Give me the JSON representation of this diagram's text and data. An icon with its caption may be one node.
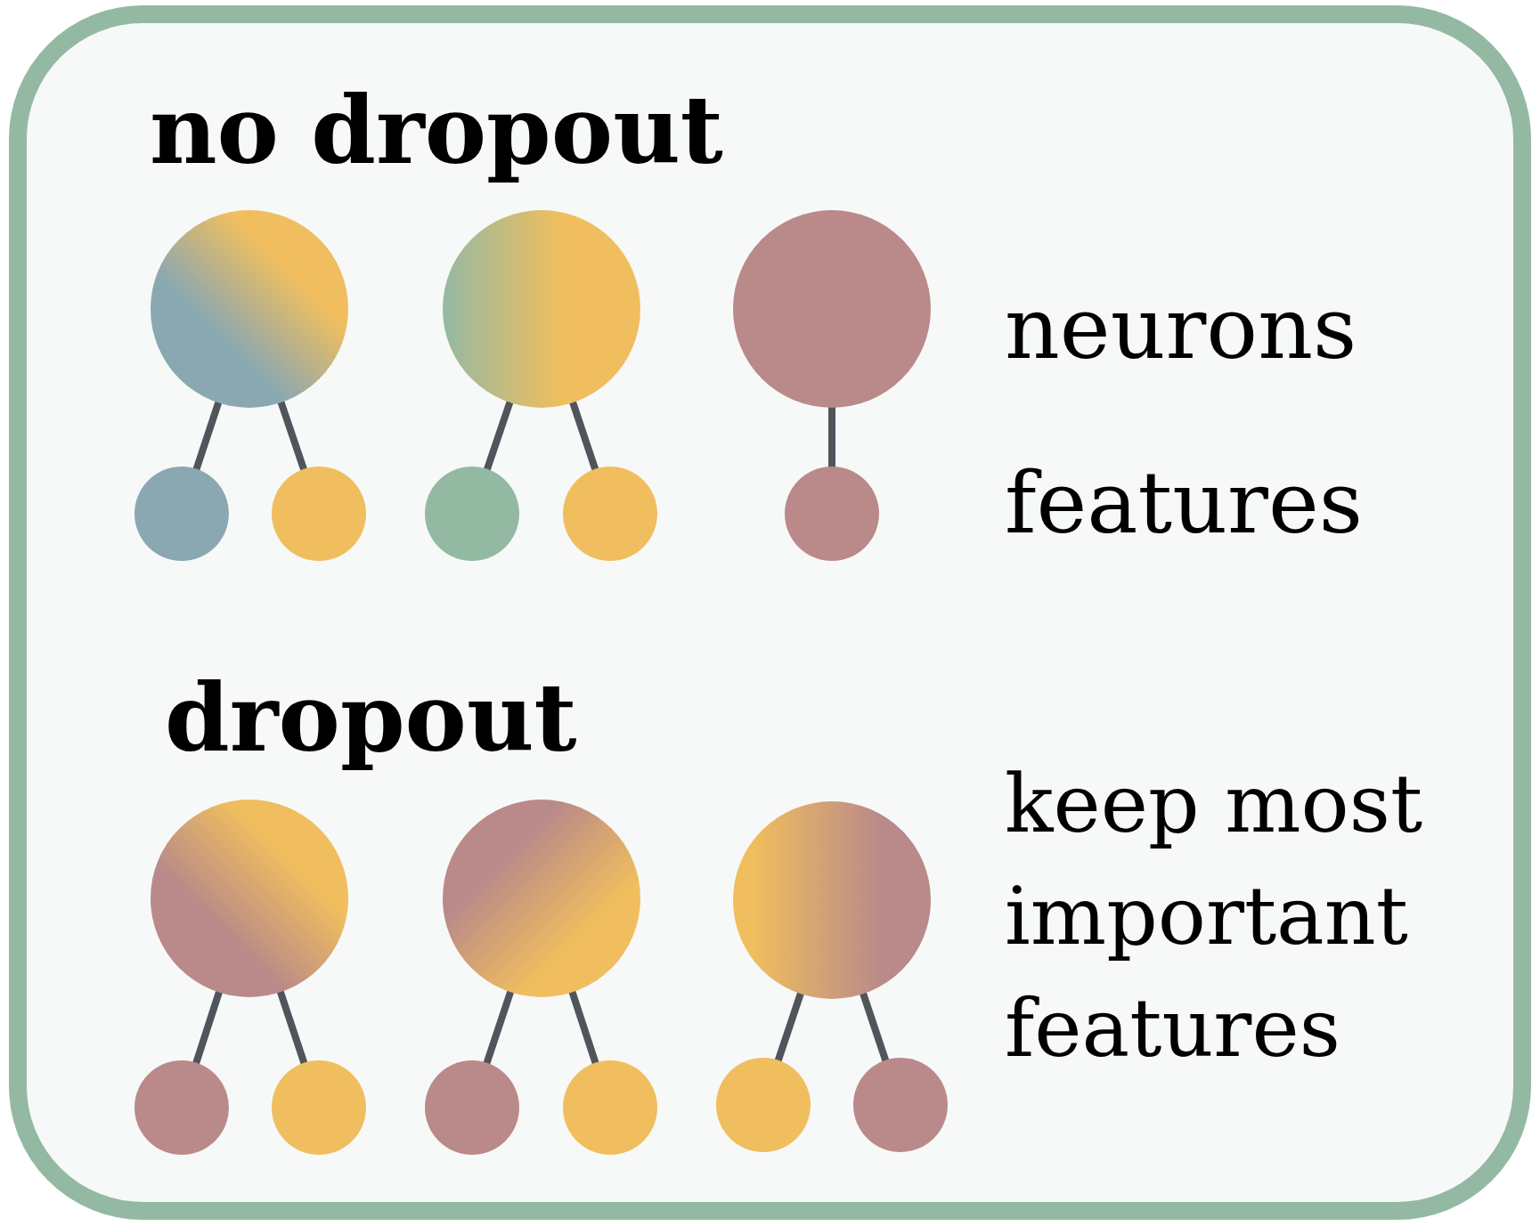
{
  "diagram": {
    "nodes": [
      {
        "text": [],
        "shape": "circle"
      },
      {
        "text": [],
        "shape": "circle"
      },
      {
        "text": [],
        "shape": "circle"
      },
      {
        "text": [],
        "shape": "circle"
      },
      {
        "text": [],
        "shape": "circle"
      },
      {
        "text": [],
        "shape": "circle"
      },
      {
        "text": [],
        "shape": "circle"
      },
      {
        "text": [],
        "shape": "circle"
      },
      {
        "text": [],
        "shape": "circle"
      },
      {
        "text": [],
        "shape": "circle"
      },
      {
        "text": [],
        "shape": "circle"
      },
      {
        "text": [],
        "shape": "circle"
      },
      {
        "text": [],
        "shape": "circle"
      },
      {
        "text": [],
        "shape": "circle"
      },
      {
        "text": [],
        "shape": "circle"
      },
      {
        "text": [],
        "shape": "circle"
      },
      {
        "text": [],
        "shape": "circle"
      }
    ],
    "edges": [
      {
        "from": 0,
        "to": 3,
        "arrow": "none"
      },
      {
        "from": 0,
        "to": 4,
        "arrow": "none"
      },
      {
        "from": 1,
        "to": 5,
        "arrow": "none"
      },
      {
        "from": 1,
        "to": 6,
        "arrow": "none"
      },
      {
        "from": 2,
        "to": 7,
        "arrow": "none"
      },
      {
        "from": 8,
        "to": 11,
        "arrow": "none"
      },
      {
        "from": 8,
        "to": 12,
        "arrow": "none"
      },
      {
        "from": 9,
        "to": 13,
        "arrow": "none"
      },
      {
        "from": 9,
        "to": 14,
        "arrow": "none"
      },
      {
        "from": 10,
        "to": 15,
        "arrow": "none"
      },
      {
        "from": 10,
        "to": 16,
        "arrow": "none"
      }
    ],
    "labels": [
      "no dropout",
      "neurons",
      "features",
      "dropout",
      "keep most important features"
    ]
  }
}
